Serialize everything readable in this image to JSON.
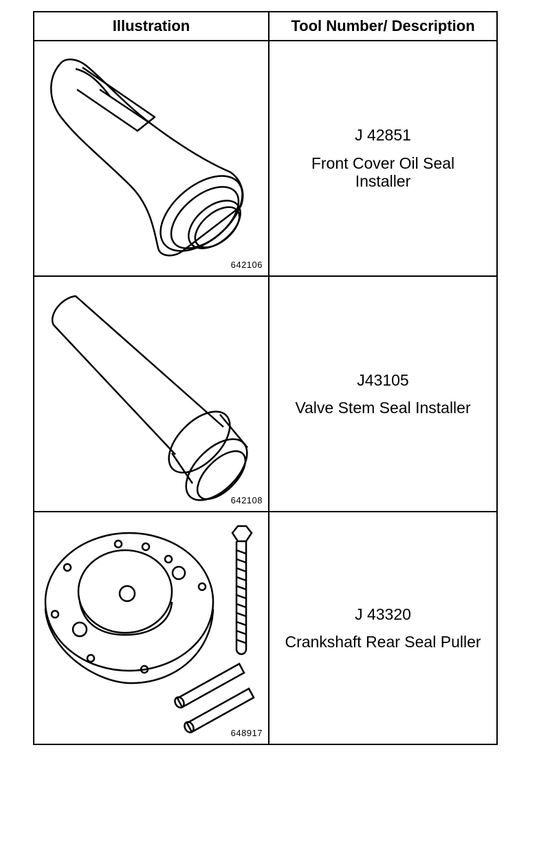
{
  "headers": {
    "illustration": "Illustration",
    "tool": "Tool Number/ Description"
  },
  "rows": [
    {
      "figure": "642106",
      "tool_number": "J 42851",
      "description": "Front Cover Oil Seal\nInstaller"
    },
    {
      "figure": "642108",
      "tool_number": "J43105",
      "description": "Valve Stem Seal Installer"
    },
    {
      "figure": "648917",
      "tool_number": "J 43320",
      "description": "Crankshaft Rear Seal Puller"
    }
  ]
}
